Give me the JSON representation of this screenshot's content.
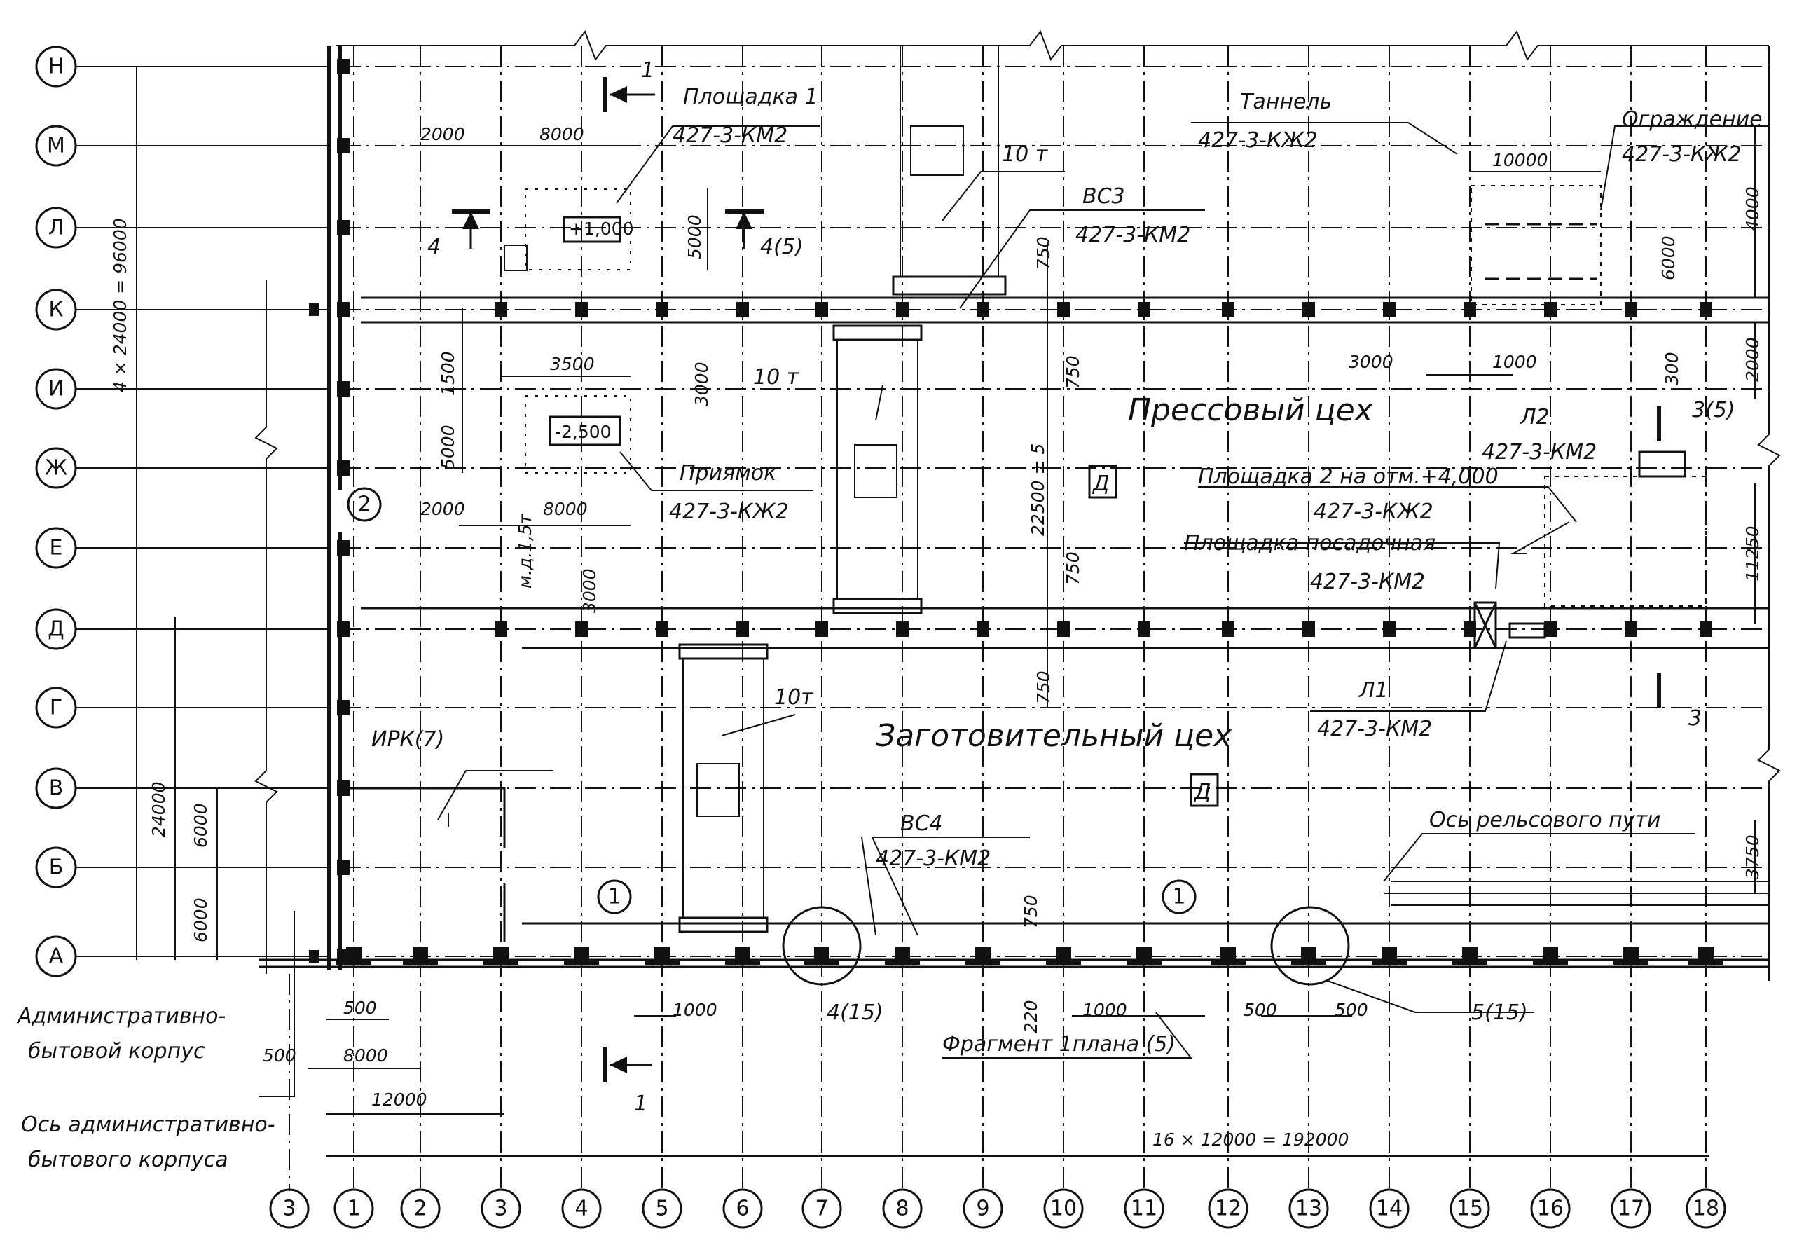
{
  "axes": {
    "rows": [
      "Н",
      "М",
      "Л",
      "К",
      "И",
      "Ж",
      "Е",
      "Д",
      "Г",
      "В",
      "Б",
      "А"
    ],
    "cols": [
      "3",
      "1",
      "2",
      "3",
      "4",
      "5",
      "6",
      "7",
      "8",
      "9",
      "10",
      "11",
      "12",
      "13",
      "14",
      "15",
      "16",
      "17",
      "18"
    ]
  },
  "labels": {
    "ploshchadka1": "Площадка 1",
    "ploshchadka1_ref": "427-3-КМ2",
    "tannel": "Таннель",
    "tannel_ref": "427-3-КЖ2",
    "ograzhdenie": "Ограждение",
    "ograzhdenie_ref": "427-3-КЖ2",
    "vs3": "ВС3",
    "vs3_ref": "427-3-КМ2",
    "crane_top": "10 т",
    "crane_mid": "10 т",
    "crane_low": "10т",
    "elev_plus": "+1,000",
    "elev_minus": "-2,500",
    "priyamok": "Приямок",
    "priyamok_ref": "427-3-КЖ2",
    "pressovy": "Прессовый цех",
    "zagotovitelny": "Заготовительный цех",
    "cat_d1": "Д",
    "cat_d2": "Д",
    "l2": "Л2",
    "l2_ref": "427-3-КМ2",
    "plosh2": "Площадка 2 на отм.+4,000",
    "plosh2_ref": "427-3-КЖ2",
    "posadochnaya": "Площадка посадочная",
    "posadochnaya_ref": "427-3-КМ2",
    "l1": "Л1",
    "l1_ref": "427-3-КМ2",
    "irk": "ИРК(7)",
    "vs4": "ВС4",
    "vs4_ref": "427-3-КМ2",
    "rail_axis": "Ось рельсового пути",
    "admin_line1": "Административно-",
    "admin_line2": "бытовой корпус",
    "axis_admin1": "Ось административно-",
    "axis_admin2": "бытового корпуса",
    "fragment": "Фрагмент 1плана (5)",
    "sec_node_4": "4(15)",
    "sec_node_5": "5(15)",
    "circle_1a": "1",
    "circle_1b": "1",
    "circle_2": "2",
    "cut_1_top": "1",
    "cut_1_bot": "1",
    "cut_4_left": "4",
    "cut_4_right": "4(5)",
    "cut_3_top": "3(5)",
    "cut_3_bot": "3",
    "crane_load": "м.д.1,5т"
  },
  "dims": {
    "total_height": "4 × 24000 = 96000",
    "d24000": "24000",
    "d6000a": "6000",
    "d6000b": "6000",
    "d2000a": "2000",
    "d8000a": "8000",
    "d5000a": "5000",
    "d750a": "750",
    "d750b": "750",
    "d750c": "750",
    "d750d": "750",
    "d750e": "750",
    "d22500": "22500 ± 5",
    "d3500": "3500",
    "d1500": "1500",
    "d5000b": "5000",
    "d3000a": "3000",
    "d2000b": "2000",
    "d8000b": "8000",
    "d3000b": "3000",
    "d10000": "10000",
    "d4000": "4000",
    "d6000c": "6000",
    "d2000c": "2000",
    "d3000c": "3000",
    "d1000a": "1000",
    "d300": "300",
    "d11250": "11250",
    "d3750": "3750",
    "d500a": "500",
    "d500b": "500",
    "d8000c": "8000",
    "d12000": "12000",
    "d1000b": "1000",
    "d220": "220",
    "d1000c": "1000",
    "d500c": "500",
    "d500d": "500",
    "total_width": "16 × 12000 = 192000"
  }
}
